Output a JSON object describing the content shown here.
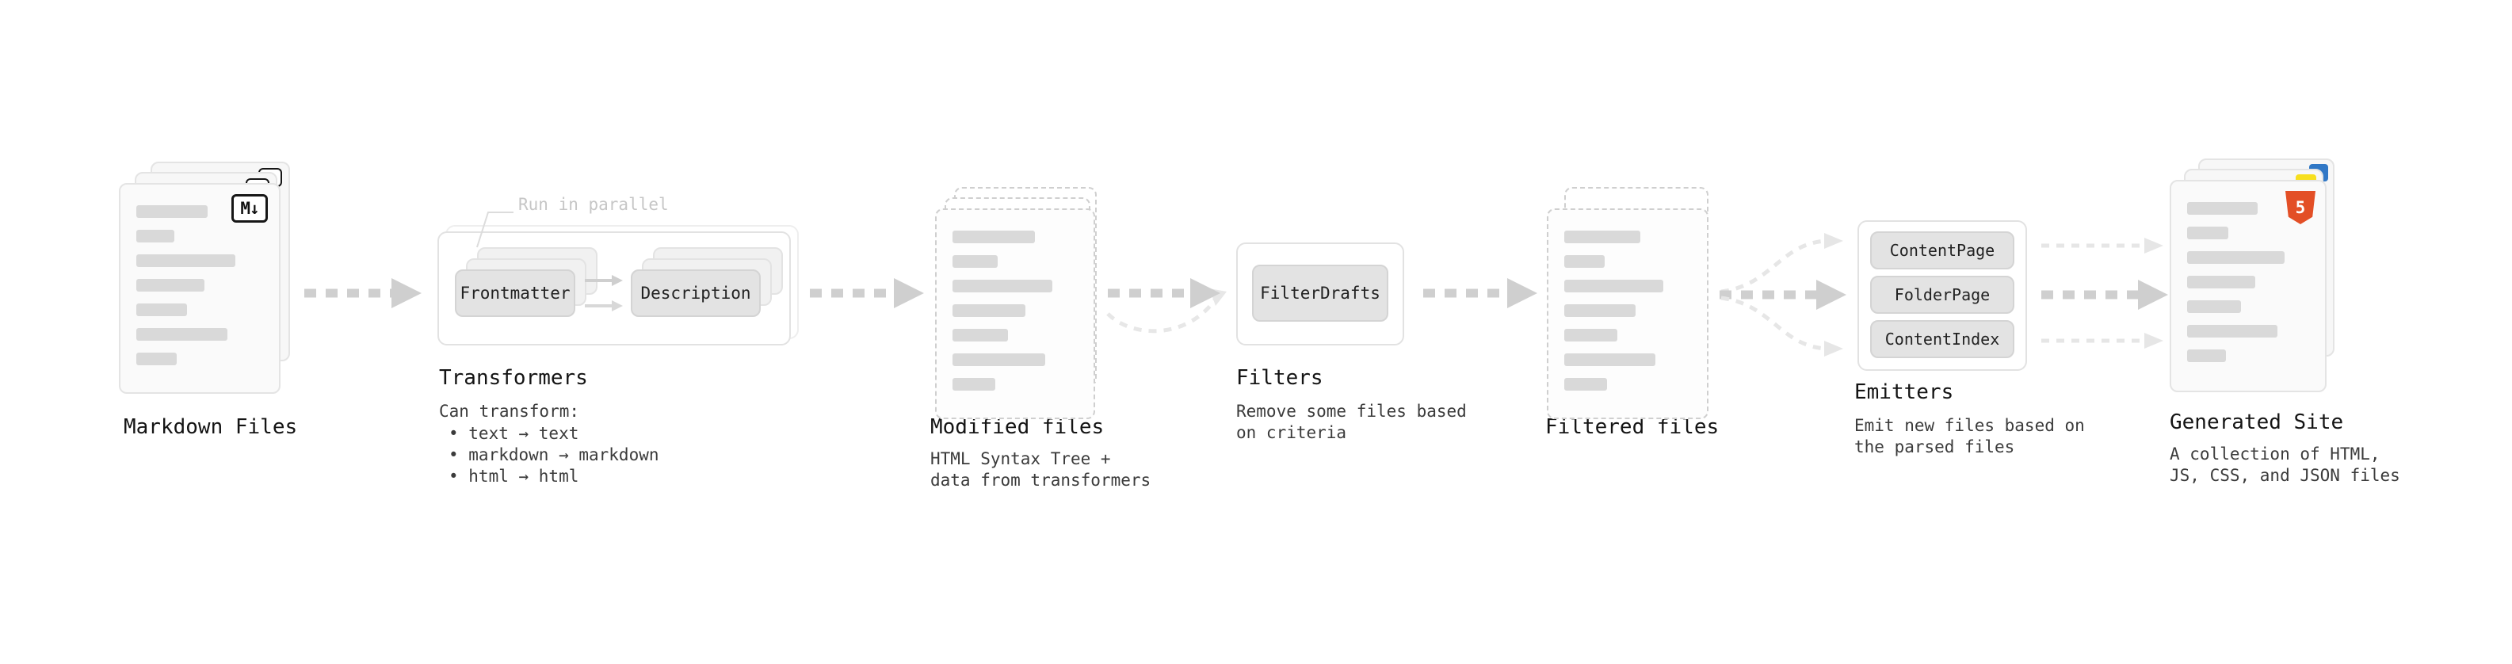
{
  "colors": {
    "card_bg": "#fafafa",
    "card_border": "#e4e4e4",
    "placeholder_bar": "#d9d9d9",
    "arrow": "#cfcfcf",
    "arrow_light": "#e6e6e6",
    "text": "#1c1c1c",
    "muted": "#c6c6c6",
    "html5_orange": "#e34f26",
    "js_yellow": "#f7df1e",
    "css_blue": "#3178c6"
  },
  "markdown_files": {
    "label": "Markdown Files",
    "icon_glyph": "M↓"
  },
  "transformers": {
    "label": "Transformers",
    "run_in_parallel": "Run in parallel",
    "node_frontmatter": "Frontmatter",
    "node_description": "Description",
    "can_transform": "Can transform:",
    "bullets": [
      "• text → text",
      "• markdown → markdown",
      "• html → html"
    ]
  },
  "modified_files": {
    "label": "Modified files",
    "desc": "HTML Syntax Tree +\ndata from transformers"
  },
  "filters": {
    "label": "Filters",
    "node_filterdrafts": "FilterDrafts",
    "desc": "Remove some files based\non criteria"
  },
  "filtered_files": {
    "label": "Filtered files"
  },
  "emitters": {
    "label": "Emitters",
    "nodes": [
      "ContentPage",
      "FolderPage",
      "ContentIndex"
    ],
    "desc": "Emit new files based on\nthe parsed files"
  },
  "generated_site": {
    "label": "Generated Site",
    "html5_glyph": "5",
    "desc": "A collection of HTML,\nJS, CSS, and JSON files"
  }
}
